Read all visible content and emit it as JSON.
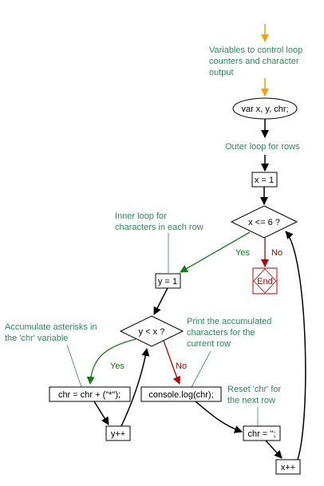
{
  "annotations": {
    "vars": [
      "Variables to control loop",
      "counters and character",
      "output"
    ],
    "outer": [
      "Outer loop for rows"
    ],
    "inner": [
      "Inner loop for",
      "characters in each row"
    ],
    "accumulate": [
      "Accumulate asterisks in",
      "the 'chr' variable"
    ],
    "print": [
      "Print the accumulated",
      "characters for the",
      "current row"
    ],
    "reset": [
      "Reset 'chr' for",
      "the next row"
    ]
  },
  "nodes": {
    "declare": "var x, y, chr;",
    "x_init": "x = 1",
    "x_cond": "x <= 6 ?",
    "end": "End",
    "y_init": "y = 1",
    "y_cond": "y < x ?",
    "accumulate": "chr = chr + (\"*\");",
    "log": "console.log(chr);",
    "y_inc": "y++",
    "reset": "chr = '';",
    "x_inc": "x++"
  },
  "edges": {
    "yes_outer": "Yes",
    "no_outer": "No",
    "yes_inner": "Yes",
    "no_inner": "No"
  },
  "colors": {
    "orange": "#f5a000",
    "green": "#1a7a1a",
    "red": "#b40000",
    "black": "#000000"
  }
}
